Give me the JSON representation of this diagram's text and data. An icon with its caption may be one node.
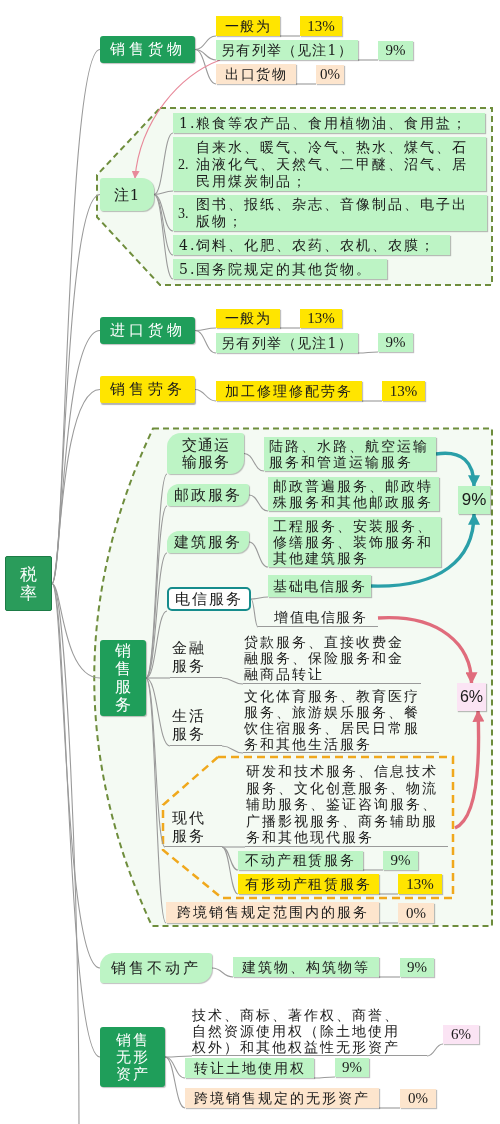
{
  "diagram": {
    "nodes": [
      {
        "text": [
          "税率"
        ]
      },
      {
        "text": [
          "销售货物"
        ]
      },
      {
        "text": [
          "一般为"
        ]
      },
      {
        "text": [
          "13%"
        ]
      },
      {
        "text": [
          "另有列举（见注1）"
        ]
      },
      {
        "text": [
          "9%"
        ]
      },
      {
        "text": [
          "出口货物"
        ]
      },
      {
        "text": [
          "0%"
        ]
      },
      {
        "text": [],
        "shape": "box"
      },
      {
        "text": [
          "注1"
        ],
        "in": 8
      },
      {
        "text": [
          "1.粮食等农产品、食用植物油、食用盐；"
        ],
        "in": 8
      },
      {
        "text": [
          "2.",
          "自来水、暖气、冷气、热水、煤气、石油液化气、天然气、二甲醚、沼气、居民用煤炭制品；"
        ],
        "in": 8
      },
      {
        "text": [
          "3.",
          "图书、报纸、杂志、音像制品、电子出版物；"
        ],
        "in": 8
      },
      {
        "text": [
          "4.饲料、化肥、农药、农机、农膜；"
        ],
        "in": 8
      },
      {
        "text": [
          "5.国务院规定的其他货物。"
        ],
        "in": 8
      },
      {
        "text": [
          "进口货物"
        ]
      },
      {
        "text": [
          "一般为"
        ]
      },
      {
        "text": [
          "13%"
        ]
      },
      {
        "text": [
          "另有列举（见注1）"
        ]
      },
      {
        "text": [
          "9%"
        ]
      },
      {
        "text": [
          "销售劳务"
        ]
      },
      {
        "text": [
          "加工修理修配劳务"
        ]
      },
      {
        "text": [
          "13%"
        ]
      },
      {
        "text": [],
        "shape": "box"
      },
      {
        "text": [
          "销售服务"
        ],
        "in": 23
      },
      {
        "text": [
          "交通运输服务"
        ],
        "in": 23
      },
      {
        "text": [
          "陆路、水路、航空运输服务和管道运输服务"
        ],
        "in": 23
      },
      {
        "text": [
          "邮政服务"
        ],
        "in": 23
      },
      {
        "text": [
          "邮政普遍服务、邮政特殊服务和其他邮政服务"
        ],
        "in": 23
      },
      {
        "text": [
          "建筑服务"
        ],
        "in": 23
      },
      {
        "text": [
          "工程服务、安装服务、修缮服务、装饰服务和其他建筑服务"
        ],
        "in": 23
      },
      {
        "text": [
          "电信服务"
        ],
        "in": 23
      },
      {
        "text": [
          "基础电信服务"
        ],
        "in": 23
      },
      {
        "text": [
          "增值电信服务"
        ],
        "in": 23
      },
      {
        "text": [
          "9%"
        ],
        "in": 23
      },
      {
        "text": [
          "金融服务"
        ],
        "in": 23
      },
      {
        "text": [
          "贷款服务、直接收费金融服务、保险服务和金融商品转让"
        ],
        "in": 23
      },
      {
        "text": [
          "生活服务"
        ],
        "in": 23
      },
      {
        "text": [
          "文化体育服务、教育医疗服务、旅游娱乐服务、餐饮住宿服务、居民日常服务和其他生活服务"
        ],
        "in": 23
      },
      {
        "text": [
          "6%"
        ],
        "in": 23
      },
      {
        "text": [],
        "shape": "box",
        "in": 23
      },
      {
        "text": [
          "现代服务"
        ],
        "in": 40
      },
      {
        "text": [
          "研发和技术服务、信息技术服务、文化创意服务、物流辅助服务、鉴证咨询服务、广播影视服务、商务辅助服务和其他现代服务"
        ],
        "in": 40
      },
      {
        "text": [
          "不动产租赁服务"
        ],
        "in": 40
      },
      {
        "text": [
          "9%"
        ],
        "in": 40
      },
      {
        "text": [
          "有形动产租赁服务"
        ],
        "in": 40
      },
      {
        "text": [
          "13%"
        ],
        "in": 40
      },
      {
        "text": [
          "跨境销售规定范围内的服务"
        ],
        "in": 23
      },
      {
        "text": [
          "0%"
        ],
        "in": 23
      },
      {
        "text": [
          "销售不动产"
        ]
      },
      {
        "text": [
          "建筑物、构筑物等"
        ]
      },
      {
        "text": [
          "9%"
        ]
      },
      {
        "text": [
          "销售无形资产"
        ]
      },
      {
        "text": [
          "技术、商标、著作权、商誉、自然资源使用权（除土地使用权外）和其他权益性无形资产"
        ]
      },
      {
        "text": [
          "6%"
        ]
      },
      {
        "text": [
          "转让土地使用权"
        ]
      },
      {
        "text": [
          "9%"
        ]
      },
      {
        "text": [
          "跨境销售规定的无形资产"
        ]
      },
      {
        "text": [
          "0%"
        ]
      }
    ],
    "edges": [
      {
        "from": 0,
        "to": 1,
        "arrow": "none"
      },
      {
        "from": 0,
        "to": 9,
        "arrow": "none"
      },
      {
        "from": 0,
        "to": 15,
        "arrow": "none"
      },
      {
        "from": 0,
        "to": 20,
        "arrow": "none"
      },
      {
        "from": 0,
        "to": 24,
        "arrow": "none"
      },
      {
        "from": 0,
        "to": 49,
        "arrow": "none"
      },
      {
        "from": 0,
        "to": 52,
        "arrow": "none"
      },
      {
        "from": 0,
        "to": null,
        "arrow": "none"
      },
      {
        "from": 1,
        "to": 2,
        "arrow": "none"
      },
      {
        "from": 1,
        "to": 4,
        "arrow": "none"
      },
      {
        "from": 1,
        "to": 6,
        "arrow": "none"
      },
      {
        "from": 2,
        "to": 3,
        "arrow": "none"
      },
      {
        "from": 4,
        "to": 5,
        "arrow": "none"
      },
      {
        "from": 6,
        "to": 7,
        "arrow": "none"
      },
      {
        "from": 4,
        "to": 9,
        "arrow": "to",
        "color": "#e8899a"
      },
      {
        "from": 9,
        "to": 10,
        "arrow": "none"
      },
      {
        "from": 9,
        "to": 11,
        "arrow": "none"
      },
      {
        "from": 9,
        "to": 12,
        "arrow": "none"
      },
      {
        "from": 9,
        "to": 13,
        "arrow": "none"
      },
      {
        "from": 9,
        "to": 14,
        "arrow": "none"
      },
      {
        "from": 15,
        "to": 16,
        "arrow": "none"
      },
      {
        "from": 15,
        "to": 18,
        "arrow": "none"
      },
      {
        "from": 16,
        "to": 17,
        "arrow": "none"
      },
      {
        "from": 18,
        "to": 19,
        "arrow": "none"
      },
      {
        "from": 20,
        "to": 21,
        "arrow": "none"
      },
      {
        "from": 21,
        "to": 22,
        "arrow": "none"
      },
      {
        "from": 24,
        "to": 25,
        "arrow": "none"
      },
      {
        "from": 24,
        "to": 27,
        "arrow": "none"
      },
      {
        "from": 24,
        "to": 29,
        "arrow": "none"
      },
      {
        "from": 24,
        "to": 31,
        "arrow": "none"
      },
      {
        "from": 24,
        "to": 35,
        "arrow": "none"
      },
      {
        "from": 24,
        "to": 37,
        "arrow": "none"
      },
      {
        "from": 24,
        "to": 41,
        "arrow": "none"
      },
      {
        "from": 24,
        "to": 47,
        "arrow": "none"
      },
      {
        "from": 25,
        "to": 26,
        "arrow": "none"
      },
      {
        "from": 27,
        "to": 28,
        "arrow": "none"
      },
      {
        "from": 29,
        "to": 30,
        "arrow": "none"
      },
      {
        "from": 31,
        "to": 32,
        "arrow": "none"
      },
      {
        "from": 31,
        "to": 33,
        "arrow": "none"
      },
      {
        "from": 35,
        "to": 36,
        "arrow": "none"
      },
      {
        "from": 37,
        "to": 38,
        "arrow": "none"
      },
      {
        "from": 41,
        "to": 42,
        "arrow": "none"
      },
      {
        "from": 41,
        "to": 43,
        "arrow": "none"
      },
      {
        "from": 41,
        "to": 45,
        "arrow": "none"
      },
      {
        "from": 43,
        "to": 44,
        "arrow": "none"
      },
      {
        "from": 45,
        "to": 46,
        "arrow": "none"
      },
      {
        "from": 47,
        "to": 48,
        "arrow": "none"
      },
      {
        "from": 26,
        "to": 34,
        "arrow": "to",
        "style": "thick",
        "color": "#2a9fa8"
      },
      {
        "from": 32,
        "to": 34,
        "arrow": "to",
        "style": "thick",
        "color": "#2a9fa8"
      },
      {
        "from": 33,
        "to": 39,
        "arrow": "to",
        "style": "thick",
        "color": "#e06c7c"
      },
      {
        "from": 40,
        "to": 39,
        "arrow": "to",
        "style": "thick",
        "color": "#e06c7c"
      },
      {
        "from": 49,
        "to": 50,
        "arrow": "none"
      },
      {
        "from": 50,
        "to": 51,
        "arrow": "none"
      },
      {
        "from": 52,
        "to": 53,
        "arrow": "none"
      },
      {
        "from": 52,
        "to": 55,
        "arrow": "none"
      },
      {
        "from": 52,
        "to": 57,
        "arrow": "none"
      },
      {
        "from": 53,
        "to": 54,
        "arrow": "none"
      },
      {
        "from": 55,
        "to": 56,
        "arrow": "none"
      },
      {
        "from": 57,
        "to": 58,
        "arrow": "none"
      }
    ]
  }
}
